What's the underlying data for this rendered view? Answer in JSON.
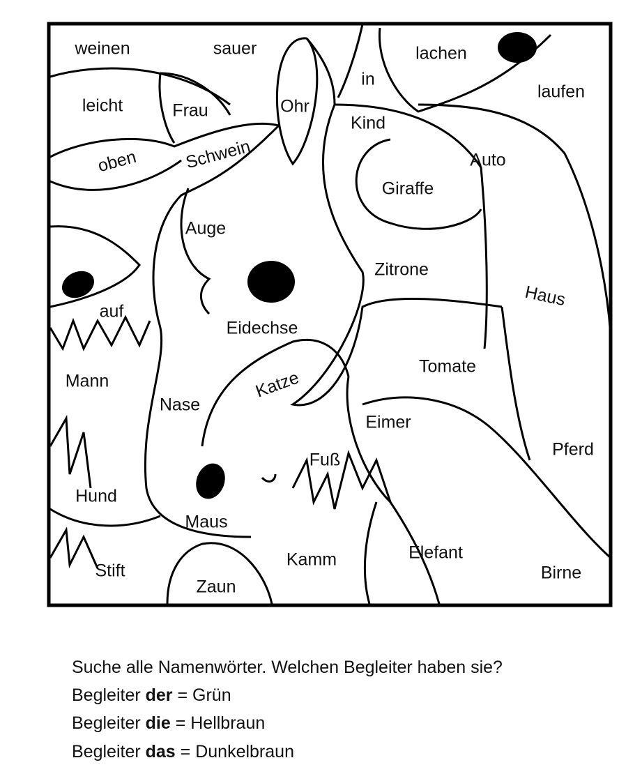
{
  "words": [
    {
      "id": "weinen",
      "text": "weinen"
    },
    {
      "id": "sauer",
      "text": "sauer"
    },
    {
      "id": "lachen",
      "text": "lachen"
    },
    {
      "id": "in",
      "text": "in"
    },
    {
      "id": "leicht",
      "text": "leicht"
    },
    {
      "id": "frau",
      "text": "Frau"
    },
    {
      "id": "ohr",
      "text": "Ohr"
    },
    {
      "id": "kind",
      "text": "Kind"
    },
    {
      "id": "laufen",
      "text": "laufen"
    },
    {
      "id": "oben",
      "text": "oben"
    },
    {
      "id": "schwein",
      "text": "Schwein"
    },
    {
      "id": "auto",
      "text": "Auto"
    },
    {
      "id": "giraffe",
      "text": "Giraffe"
    },
    {
      "id": "auge",
      "text": "Auge"
    },
    {
      "id": "zitrone",
      "text": "Zitrone"
    },
    {
      "id": "haus",
      "text": "Haus"
    },
    {
      "id": "auf",
      "text": "auf"
    },
    {
      "id": "eidechse",
      "text": "Eidechse"
    },
    {
      "id": "tomate",
      "text": "Tomate"
    },
    {
      "id": "mann",
      "text": "Mann"
    },
    {
      "id": "nase",
      "text": "Nase"
    },
    {
      "id": "katze",
      "text": "Katze"
    },
    {
      "id": "eimer",
      "text": "Eimer"
    },
    {
      "id": "pferd",
      "text": "Pferd"
    },
    {
      "id": "fuss",
      "text": "Fuß"
    },
    {
      "id": "hund",
      "text": "Hund"
    },
    {
      "id": "maus",
      "text": "Maus"
    },
    {
      "id": "elefant",
      "text": "Elefant"
    },
    {
      "id": "kamm",
      "text": "Kamm"
    },
    {
      "id": "stift",
      "text": "Stift"
    },
    {
      "id": "birne",
      "text": "Birne"
    },
    {
      "id": "zaun",
      "text": "Zaun"
    }
  ],
  "instructions": {
    "question": "Suche alle Namenwörter. Welchen Begleiter haben sie?",
    "lines": [
      {
        "prefix": "Begleiter ",
        "article": "der",
        "suffix": " = Grün"
      },
      {
        "prefix": "Begleiter ",
        "article": "die",
        "suffix": " = Hellbraun"
      },
      {
        "prefix": "Begleiter ",
        "article": "das",
        "suffix": " = Dunkelbraun"
      }
    ]
  }
}
